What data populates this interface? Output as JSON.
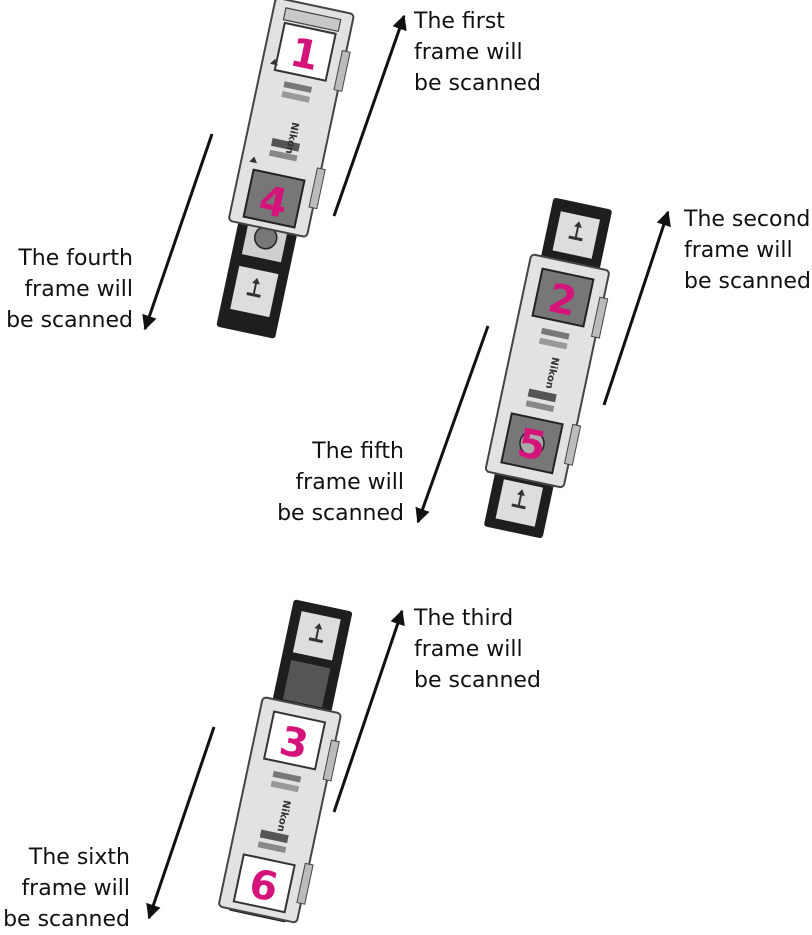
{
  "units": [
    {
      "id": "unit-1",
      "frame_top": "1",
      "frame_bottom": "4",
      "brand": "Nikon",
      "caption_up": [
        "The first",
        "frame will",
        "be scanned"
      ],
      "caption_down": [
        "The fourth",
        "frame will",
        "be scanned"
      ]
    },
    {
      "id": "unit-2",
      "frame_top": "2",
      "frame_bottom": "5",
      "brand": "Nikon",
      "caption_up": [
        "The second",
        "frame will",
        "be scanned"
      ],
      "caption_down": [
        "The fifth",
        "frame will",
        "be scanned"
      ]
    },
    {
      "id": "unit-3",
      "frame_top": "3",
      "frame_bottom": "6",
      "brand": "Nikon",
      "caption_up": [
        "The third",
        "frame will",
        "be scanned"
      ],
      "caption_down": [
        "The sixth",
        "frame will",
        "be scanned"
      ]
    }
  ],
  "colors": {
    "frame_number": "#d4147a",
    "strip": "#1e1e1e",
    "holder": "#e2e2e2",
    "holder_edge": "#444444",
    "window": "#8a8a8a",
    "arrow": "#111111"
  }
}
